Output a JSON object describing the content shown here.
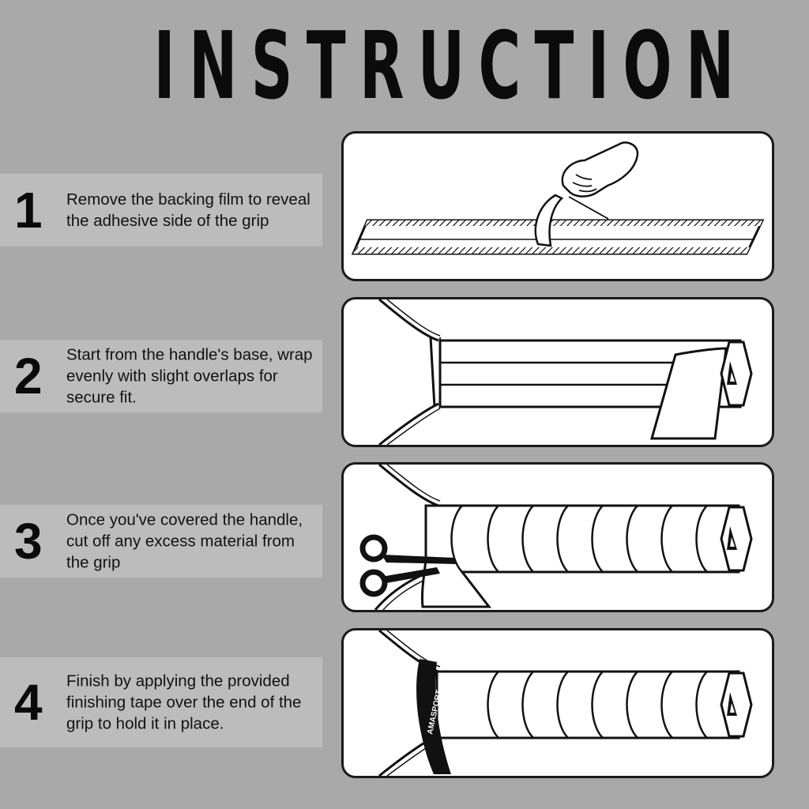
{
  "title": "INSTRUCTION",
  "steps": [
    {
      "number": "1",
      "text": "Remove the backing film to reveal the adhesive side of the grip"
    },
    {
      "number": "2",
      "text": "Start from the handle's base, wrap evenly with slight overlaps for secure fit."
    },
    {
      "number": "3",
      "text": "Once you've covered the handle, cut off any excess material from the grip"
    },
    {
      "number": "4",
      "text": "Finish by applying the provided finishing tape over the end of the grip to hold it in place."
    }
  ],
  "finishing_tape_brand": "AMASPORT",
  "colors": {
    "background": "#a9a9a9",
    "text_band": "#bcbcbc",
    "ink": "#111111",
    "panel": "#ffffff"
  }
}
